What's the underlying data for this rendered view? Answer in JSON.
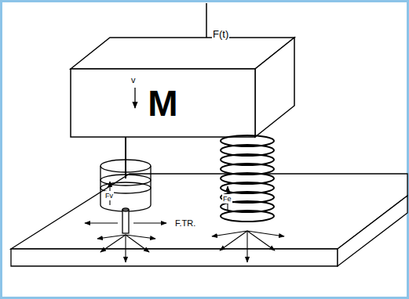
{
  "diagram": {
    "nodes": [
      {
        "text": [
          "M"
        ]
      }
    ],
    "labels": [
      "F(t)",
      "v",
      "Fv",
      "Fe",
      "F.TR."
    ]
  }
}
